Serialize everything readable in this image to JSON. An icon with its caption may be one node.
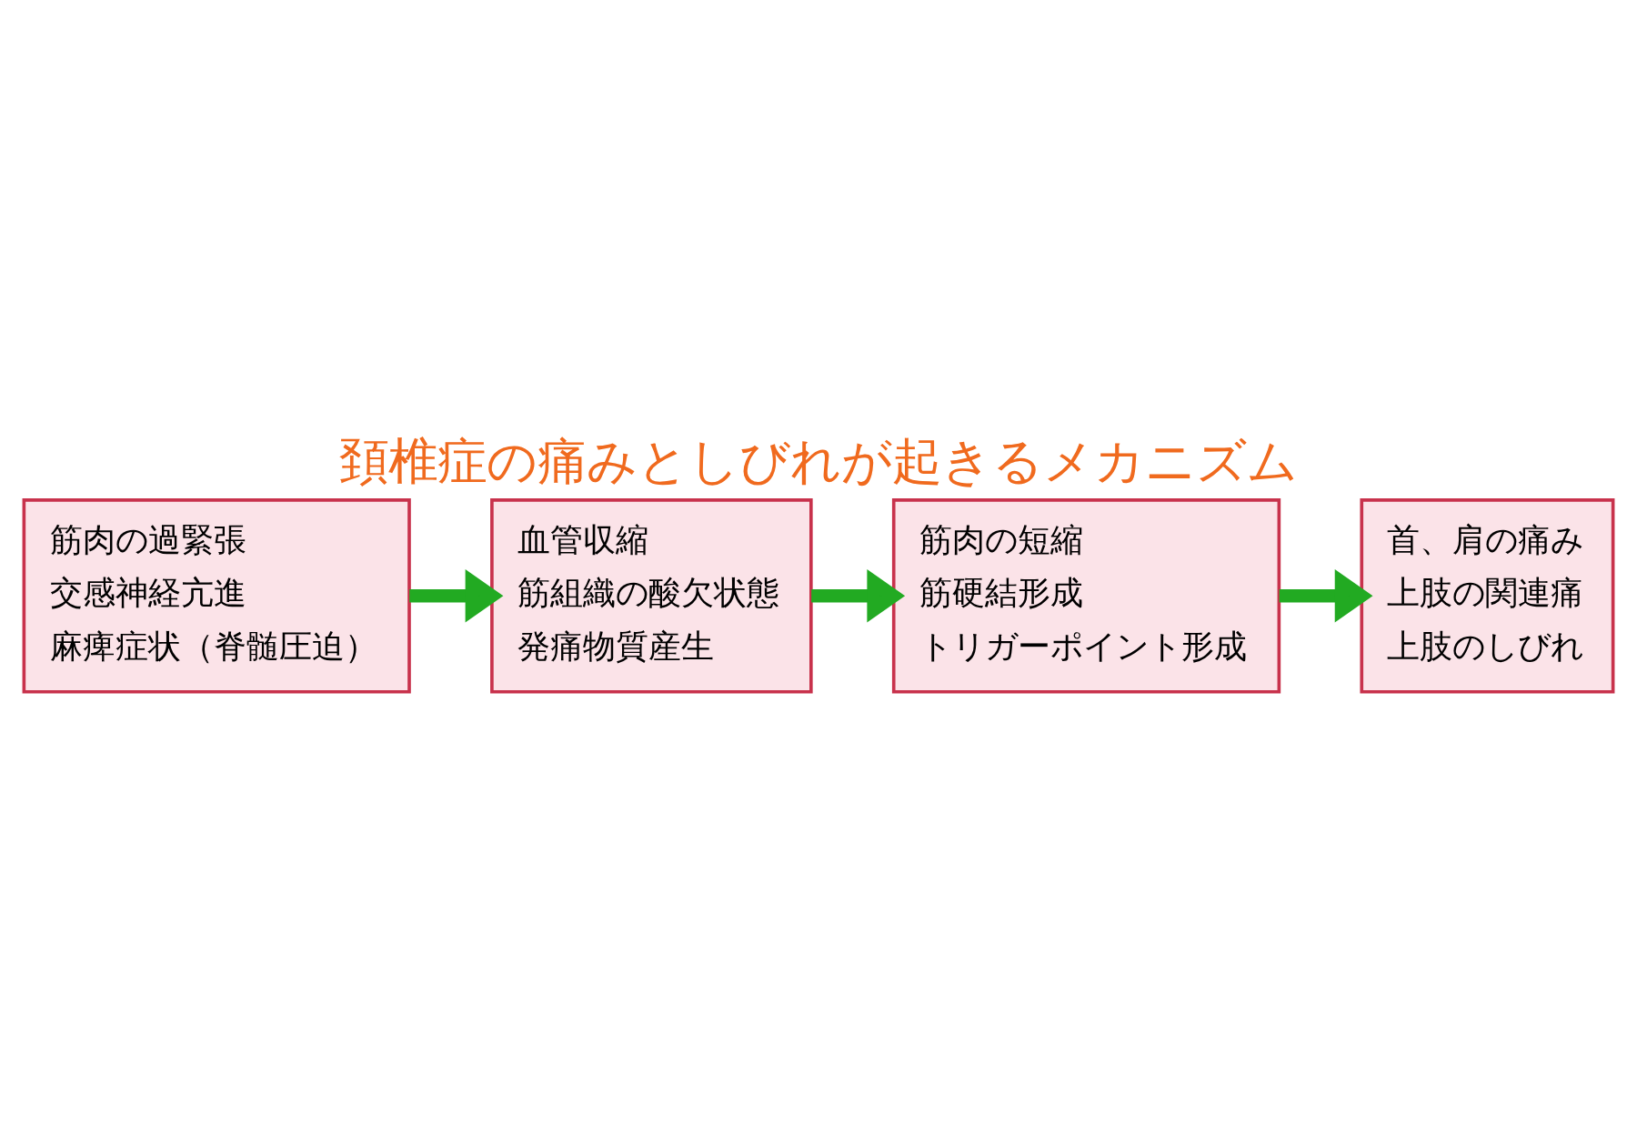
{
  "diagram": {
    "title": "頚椎症の痛みとしびれが起きるメカニズム",
    "nodes": [
      {
        "text": [
          "筋肉の過緊張",
          "交感神経亢進",
          "麻痺症状（脊髄圧迫）"
        ]
      },
      {
        "text": [
          "血管収縮",
          "筋組織の酸欠状態",
          "発痛物質産生"
        ]
      },
      {
        "text": [
          "筋肉の短縮",
          "筋硬結形成",
          "トリガーポイント形成"
        ]
      },
      {
        "text": [
          "首、肩の痛み",
          "上肢の関連痛",
          "上肢のしびれ"
        ]
      }
    ],
    "edges": [
      {
        "from": 0,
        "to": 1,
        "arrow": "to"
      },
      {
        "from": 1,
        "to": 2,
        "arrow": "to"
      },
      {
        "from": 2,
        "to": 3,
        "arrow": "to"
      }
    ]
  }
}
